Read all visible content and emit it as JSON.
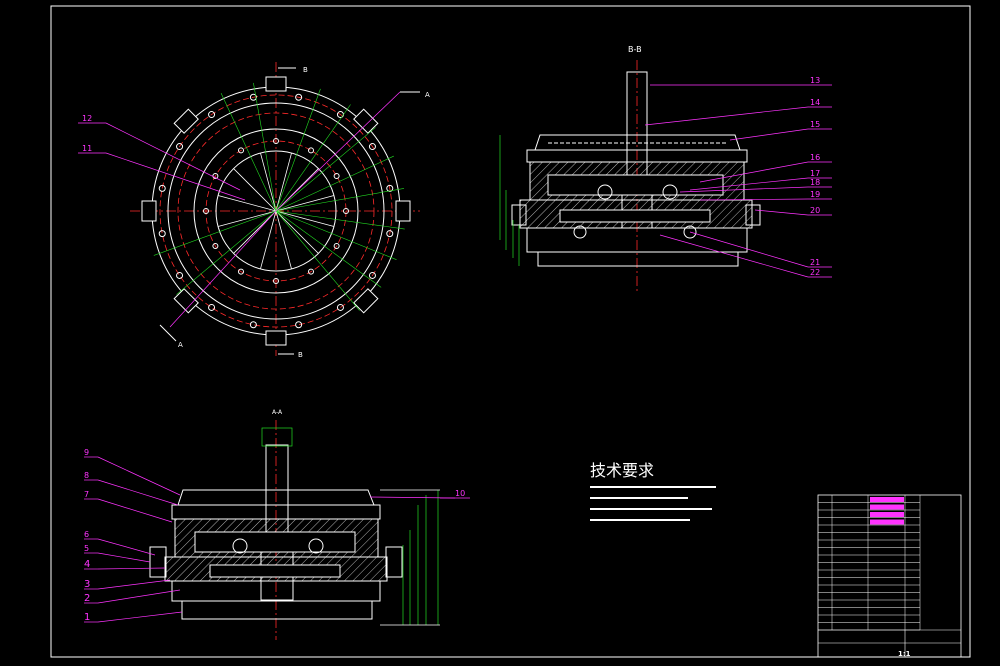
{
  "colors": {
    "background": "#000000",
    "line": "#ffffff",
    "centerline": "#ff2a2a",
    "leader": "#ff33ff",
    "dimension": "#22dd22",
    "grid": "#ffffff"
  },
  "views": {
    "section_bb_label": "B-B",
    "section_aa_label": "A-A",
    "cut_b": "B",
    "cut_a": "A"
  },
  "callouts": {
    "top_left": [
      "12",
      "11"
    ],
    "top_right": [
      "13",
      "14",
      "15",
      "16",
      "17",
      "18",
      "19",
      "20",
      "21",
      "22"
    ],
    "bottom_left": [
      "9",
      "8",
      "7",
      "6",
      "5",
      "4",
      "3",
      "2",
      "1"
    ],
    "bottom_right": [
      "10"
    ]
  },
  "tech_requirements": {
    "title": "技术要求"
  },
  "title_block": {
    "scale": "1:1"
  }
}
